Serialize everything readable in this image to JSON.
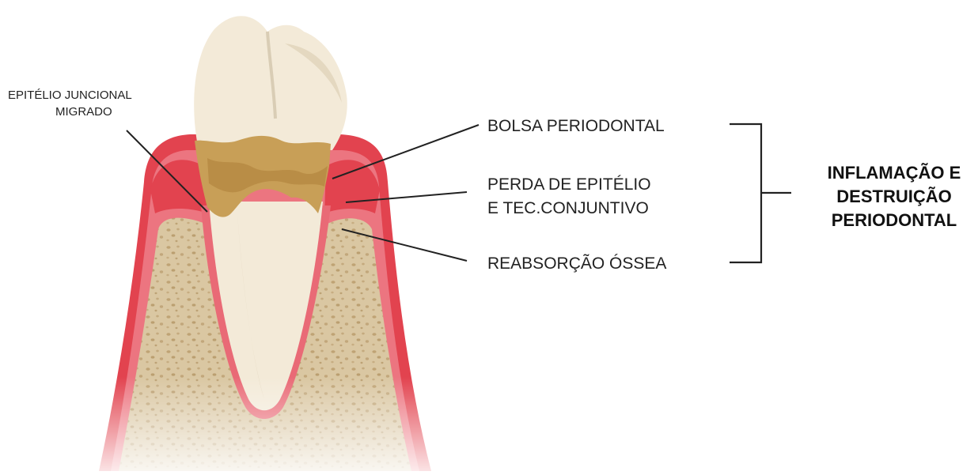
{
  "labels": {
    "junctional_line1": "EPITÉLIO JUNCIONAL",
    "junctional_line2": "MIGRADO",
    "pocket": "BOLSA PERIODONTAL",
    "epithelium_line1": "PERDA DE EPITÉLIO",
    "epithelium_line2": "E TEC.CONJUNTIVO",
    "resorption": "REABSORÇÃO ÓSSEA",
    "result_line1": "INFLAMAÇÃO E",
    "result_line2": "DESTRUIÇÃO",
    "result_line3": "PERIODONTAL"
  },
  "colors": {
    "gum": "#e0424f",
    "gum_light": "#ee7a84",
    "bone": "#d9c6a0",
    "bone_spots": "#bfa67a",
    "tooth": "#f3ead8",
    "tooth_shade": "#ddd1ba",
    "calculus": "#c9a05a",
    "text": "#222222"
  }
}
